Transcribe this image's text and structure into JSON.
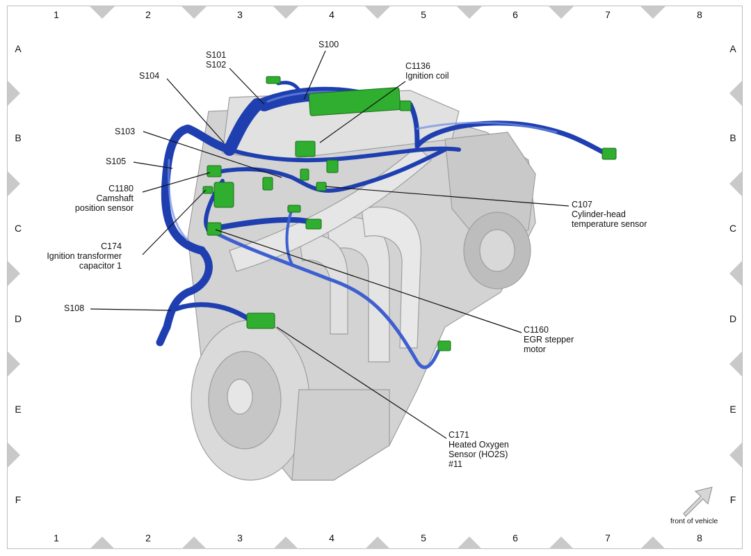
{
  "grid": {
    "columns": [
      "1",
      "2",
      "3",
      "4",
      "5",
      "6",
      "7",
      "8"
    ],
    "rows": [
      "A",
      "B",
      "C",
      "D",
      "E",
      "F"
    ]
  },
  "labels": {
    "s100": "S100",
    "s101": "S101",
    "s102": "S102",
    "s104": "S104",
    "c1136": "C1136\nIgnition coil",
    "s103": "S103",
    "s105": "S105",
    "c1180": "C1180\nCamshaft\nposition sensor",
    "c174": "C174\nIgnition transformer\ncapacitor 1",
    "c107": "C107\nCylinder-head\ntemperature sensor",
    "s108": "S108",
    "c1160": "C1160\nEGR stepper\nmotor",
    "c171": "C171\nHeated Oxygen\nSensor (HO2S)\n#11"
  },
  "orientation": {
    "text": "front of vehicle"
  },
  "colors": {
    "harness": "#1f3fb0",
    "harness_light": "#5c7fdc",
    "connector": "#2fae2f",
    "engine": "#cfcfcf",
    "engine_shadow": "#a9a9a9",
    "border_marker": "#c9c9c9"
  }
}
